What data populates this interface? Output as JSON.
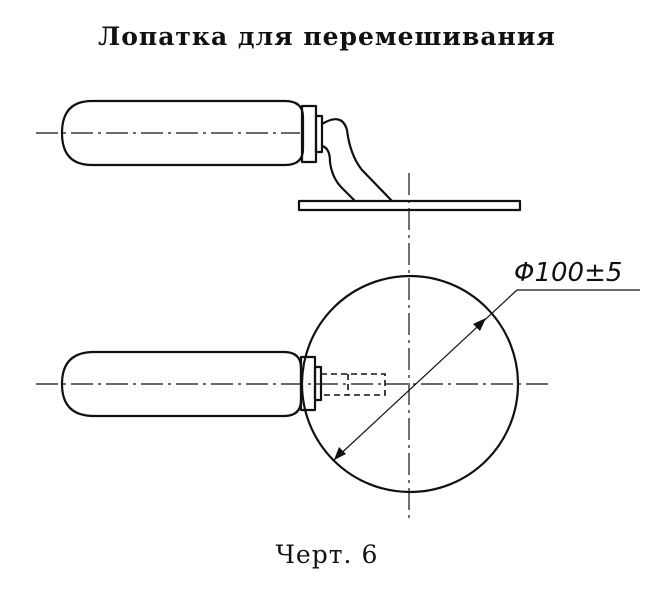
{
  "title": "Лопатка для перемешивания",
  "caption": "Черт. 6",
  "dimension_label": "Φ100±5"
}
